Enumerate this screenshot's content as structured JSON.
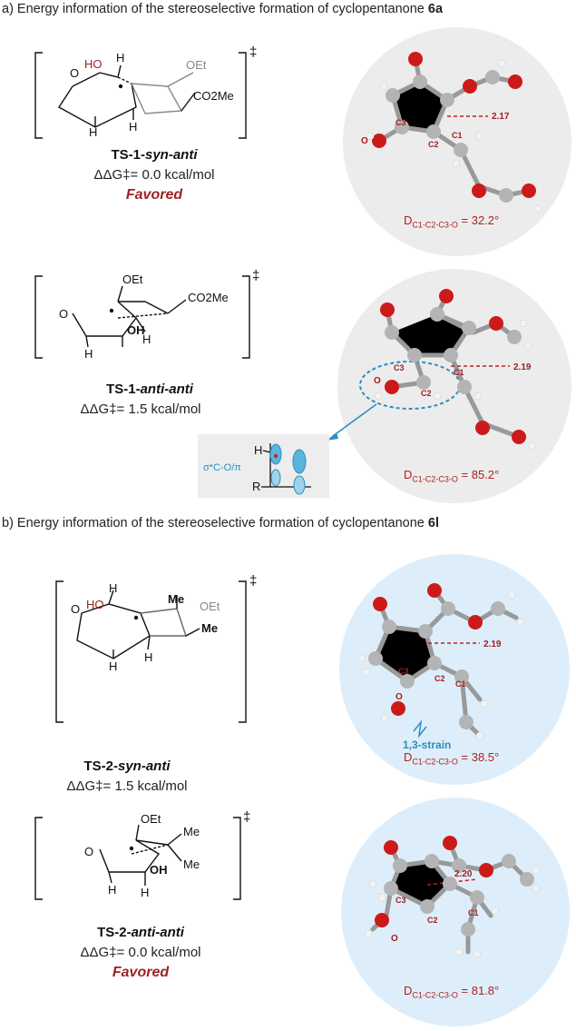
{
  "sections": [
    {
      "title_prefix": "a) Energy information of the stereoselective formation of cyclopentanone ",
      "title_bold": "6a",
      "structures": [
        {
          "label_main": "TS-1-",
          "label_italic": "syn-anti",
          "energy": "ΔΔG‡= 0.0 kcal/mol",
          "favored": "Favored",
          "dihedral_prefix": "D",
          "dihedral_sub": "C1-C2-C3-O",
          "dihedral_value": " = 32.2°",
          "distance": "2.17",
          "groups": {
            "ho": "HO",
            "h_top": "H",
            "h_left": "H",
            "h_right": "H",
            "oet": "OEt",
            "co2me": "CO2Me",
            "o": "O"
          },
          "atoms": {
            "c1": "C1",
            "c2": "C2",
            "c3": "C3",
            "o": "O"
          }
        },
        {
          "label_main": "TS-1-",
          "label_italic": "anti-anti",
          "energy": "ΔΔG‡= 1.5 kcal/mol",
          "dihedral_prefix": "D",
          "dihedral_sub": "C1-C2-C3-O",
          "dihedral_value": " = 85.2°",
          "distance": "2.19",
          "groups": {
            "oet": "OEt",
            "co2me": "CO2Me",
            "o": "O",
            "oh": "OH",
            "h1": "H",
            "h2": "H"
          },
          "atoms": {
            "c1": "C1",
            "c2": "C2",
            "c3": "C3",
            "o": "O"
          },
          "inset": {
            "sigma": "σ*C-O/π",
            "h": "H",
            "r": "R"
          }
        }
      ]
    },
    {
      "title_prefix": "b) Energy information of the stereoselective formation of cyclopentanone ",
      "title_bold": "6l",
      "structures": [
        {
          "label_main": "TS-2-",
          "label_italic": "syn-anti",
          "energy": "ΔΔG‡= 1.5 kcal/mol",
          "dihedral_prefix": "D",
          "dihedral_sub": "C1-C2-C3-O",
          "dihedral_value": " = 38.5°",
          "distance": "2.19",
          "strain": "1,3-strain",
          "groups": {
            "o": "O",
            "ho": "HO",
            "h_top": "H",
            "h_left": "H",
            "h_right": "H",
            "me1": "Me",
            "oet": "OEt",
            "me2": "Me"
          },
          "atoms": {
            "c1": "C1",
            "c2": "C2",
            "c3": "C3",
            "o": "O"
          }
        },
        {
          "label_main": "TS-2-",
          "label_italic": "anti-anti",
          "energy": "ΔΔG‡= 0.0 kcal/mol",
          "favored": "Favored",
          "dihedral_prefix": "D",
          "dihedral_sub": "C1-C2-C3-O",
          "dihedral_value": " = 81.8°",
          "distance": "2.20",
          "groups": {
            "oet": "OEt",
            "me1": "Me",
            "me2": "Me",
            "o": "O",
            "oh": "OH",
            "h1": "H",
            "h2": "H"
          },
          "atoms": {
            "c1": "C1",
            "c2": "C2",
            "c3": "C3",
            "o": "O"
          }
        }
      ]
    }
  ],
  "dagger": "‡",
  "colors": {
    "red_label": "#a02020",
    "blue_label": "#2a8fc0",
    "gray_circle": "#ececec",
    "blue_circle": "#ddeefa",
    "carbon": "#b4b4b4",
    "oxygen": "#cc1a1a",
    "hydrogen": "#f2f2f2"
  }
}
